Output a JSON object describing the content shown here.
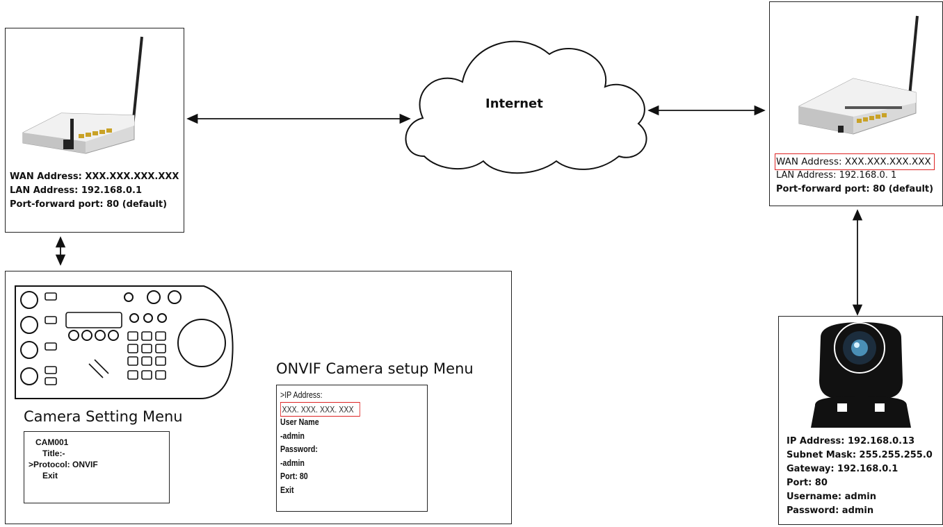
{
  "internet": {
    "label": "Internet"
  },
  "router_left": {
    "lines": [
      "WAN Address: XXX.XXX.XXX.XXX",
      "LAN Address: 192.168.0.1",
      "Port-forward port: 80 (default)"
    ]
  },
  "router_right": {
    "lines": [
      "WAN Address: XXX.XXX.XXX.XXX",
      "LAN Address: 192.168.0. 1",
      "Port-forward port: 80 (default)"
    ]
  },
  "camera": {
    "lines": [
      "IP Address: 192.168.0.13",
      "Subnet Mask: 255.255.255.0",
      "Gateway: 192.168.0.1",
      "Port: 80",
      "Username: admin",
      "Password: admin"
    ]
  },
  "camera_setting_menu": {
    "title": "Camera Setting Menu",
    "items": [
      "CAM001",
      "Title:-",
      ">Protocol: ONVIF",
      "Exit"
    ]
  },
  "onvif_menu": {
    "title": "ONVIF Camera setup Menu",
    "items": [
      ">IP Address:",
      "XXX. XXX. XXX. XXX",
      "User Name",
      "-admin",
      "Password:",
      "-admin",
      "Port: 80",
      "Exit"
    ]
  },
  "colors": {
    "highlight": "#d22222",
    "line": "#111111"
  },
  "icons": [
    "router-icon",
    "cloud-icon",
    "ptz-keyboard-icon",
    "ptz-camera-icon",
    "double-arrow-icon"
  ]
}
